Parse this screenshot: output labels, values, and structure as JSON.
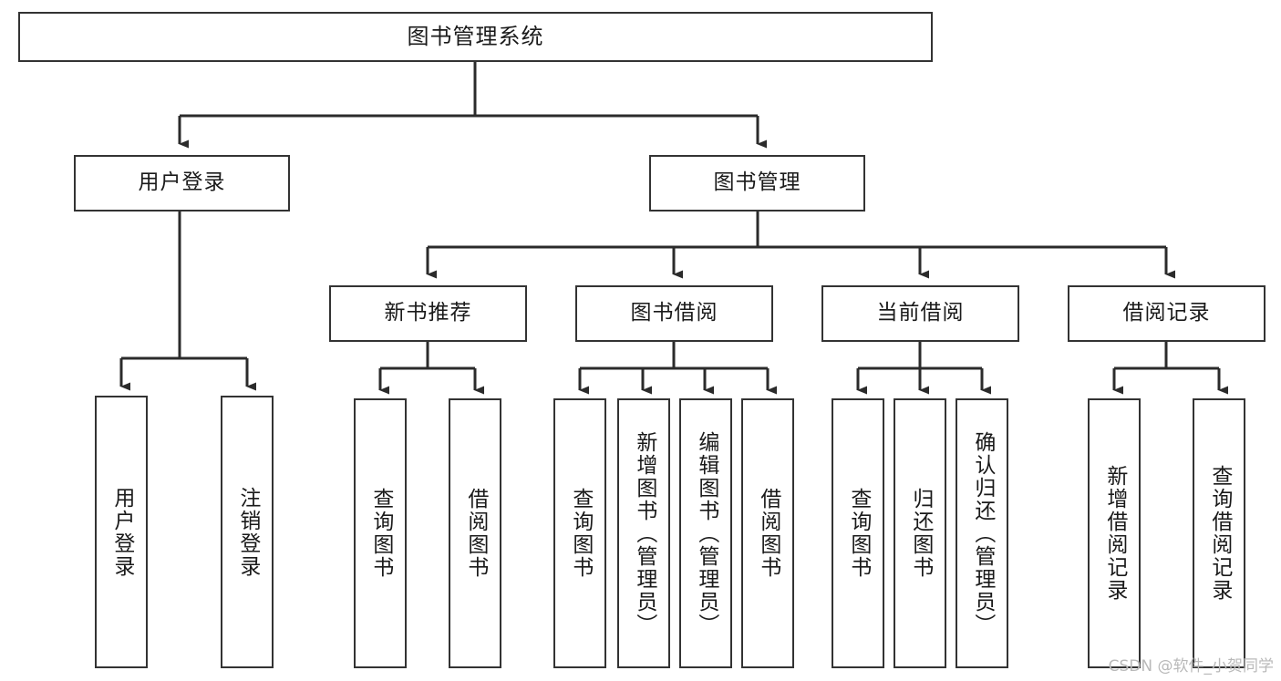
{
  "diagram": {
    "type": "tree-hierarchy",
    "title": "图书管理系统",
    "orientation": "top-down",
    "colors": {
      "background": "#ffffff",
      "box_border": "#333333",
      "box_fill": "#ffffff",
      "connector": "#2b2b2b",
      "text": "#1a1a1a",
      "watermark": "#b9b9b9"
    },
    "root": {
      "label": "图书管理系统",
      "children": [
        {
          "label": "用户登录",
          "children": [
            {
              "label": "用户登录"
            },
            {
              "label": "注销登录"
            }
          ]
        },
        {
          "label": "图书管理",
          "children": [
            {
              "label": "新书推荐",
              "children": [
                {
                  "label": "查询图书"
                },
                {
                  "label": "借阅图书"
                }
              ]
            },
            {
              "label": "图书借阅",
              "children": [
                {
                  "label": "查询图书"
                },
                {
                  "label": "新增图书（管理员）"
                },
                {
                  "label": "编辑图书（管理员）"
                },
                {
                  "label": "借阅图书"
                }
              ]
            },
            {
              "label": "当前借阅",
              "children": [
                {
                  "label": "查询图书"
                },
                {
                  "label": "归还图书"
                },
                {
                  "label": "确认归还（管理员）"
                }
              ]
            },
            {
              "label": "借阅记录",
              "children": [
                {
                  "label": "新增借阅记录"
                },
                {
                  "label": "查询借阅记录"
                }
              ]
            }
          ]
        }
      ]
    },
    "nodes": {
      "root": "图书管理系统",
      "l2": {
        "user_login": "用户登录",
        "book_manage": "图书管理"
      },
      "l3": {
        "new_book_rec": "新书推荐",
        "book_borrow": "图书借阅",
        "current_borrow": "当前借阅",
        "borrow_record": "借阅记录"
      },
      "leaves": {
        "login_1": "用户登录",
        "login_2": "注销登录",
        "rec_1": "查询图书",
        "rec_2": "借阅图书",
        "borrow_1": "查询图书",
        "borrow_2": "新增图书（管理员）",
        "borrow_3": "编辑图书（管理员）",
        "borrow_4": "借阅图书",
        "cur_1": "查询图书",
        "cur_2": "归还图书",
        "cur_3": "确认归还（管理员）",
        "rec_log_1": "新增借阅记录",
        "rec_log_2": "查询借阅记录"
      }
    }
  },
  "watermark": {
    "text": "CSDN @软件_小贺同学"
  }
}
